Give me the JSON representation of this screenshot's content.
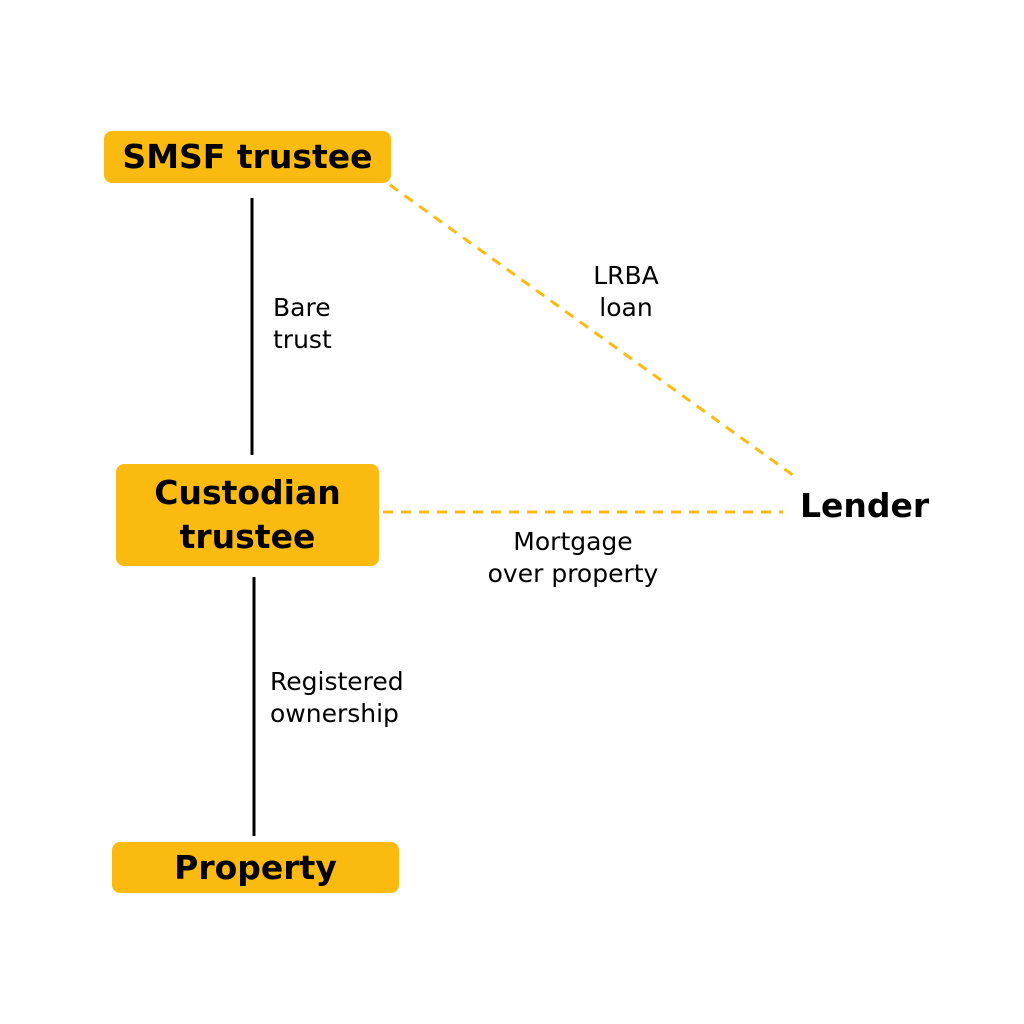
{
  "nodes": {
    "smsf_trustee": "SMSF trustee",
    "custodian_trustee": "Custodian\ntrustee",
    "property": "Property",
    "lender": "Lender"
  },
  "edges": {
    "bare_trust": "Bare\ntrust",
    "lrba_loan": "LRBA\nloan",
    "mortgage": "Mortgage\nover property",
    "registered_ownership": "Registered\nownership"
  },
  "colors": {
    "accent": "#FBBA10",
    "line": "#000000"
  }
}
